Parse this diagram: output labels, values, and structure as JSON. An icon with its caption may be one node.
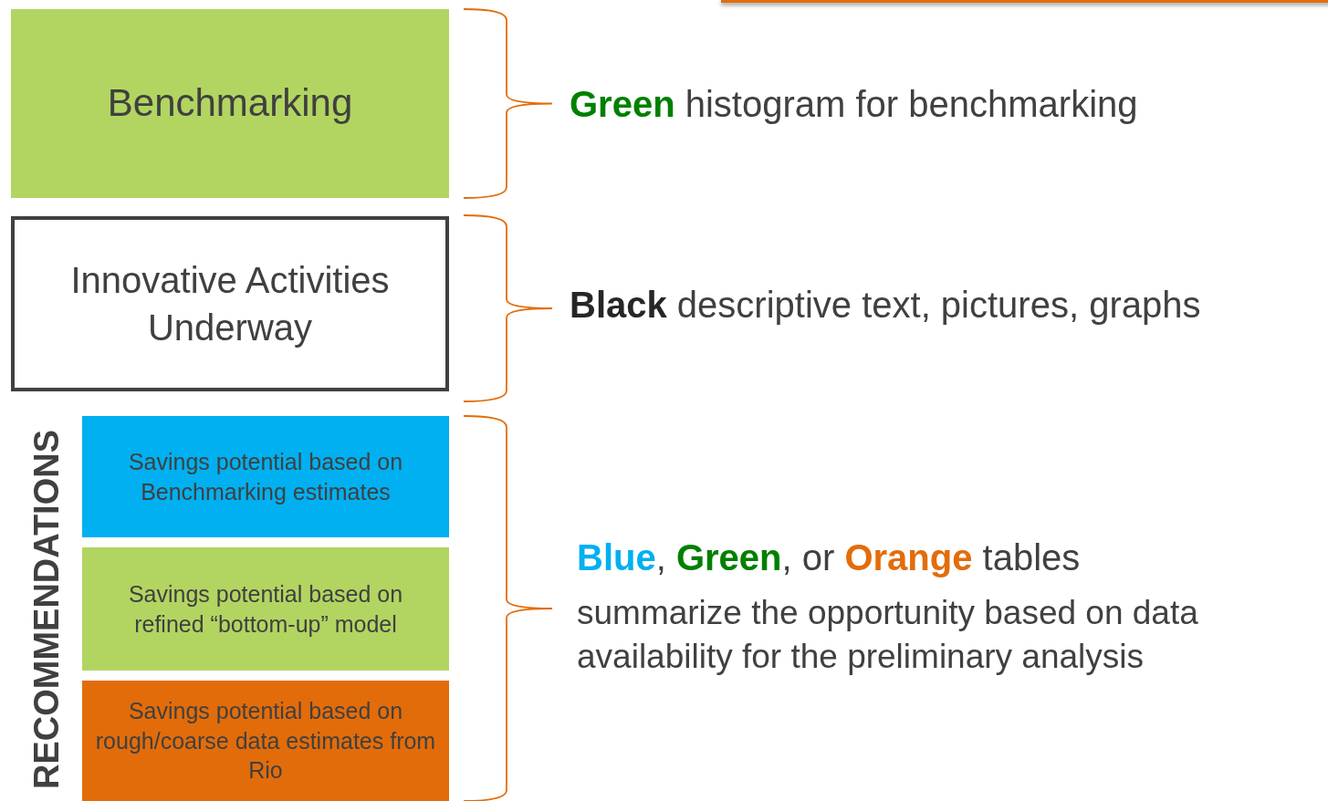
{
  "diagram": {
    "nodes": [
      {
        "text": [
          "Benchmarking"
        ]
      },
      {
        "text": [
          "Innovative Activities Underway"
        ]
      },
      {
        "text": [
          "Savings potential based on Benchmarking estimates"
        ]
      },
      {
        "text": [
          "Savings potential based on refined “bottom-up” model"
        ]
      },
      {
        "text": [
          "Savings potential based on rough/coarse data estimates from Rio"
        ]
      }
    ],
    "labels": [
      "**Green** histogram for benchmarking",
      "**Black** descriptive text, pictures, graphs",
      "**Blue**, **Green**, or **Orange** tables",
      "summarize the opportunity based on data availability for the preliminary analysis",
      "RECOMMENDATIONS"
    ]
  }
}
